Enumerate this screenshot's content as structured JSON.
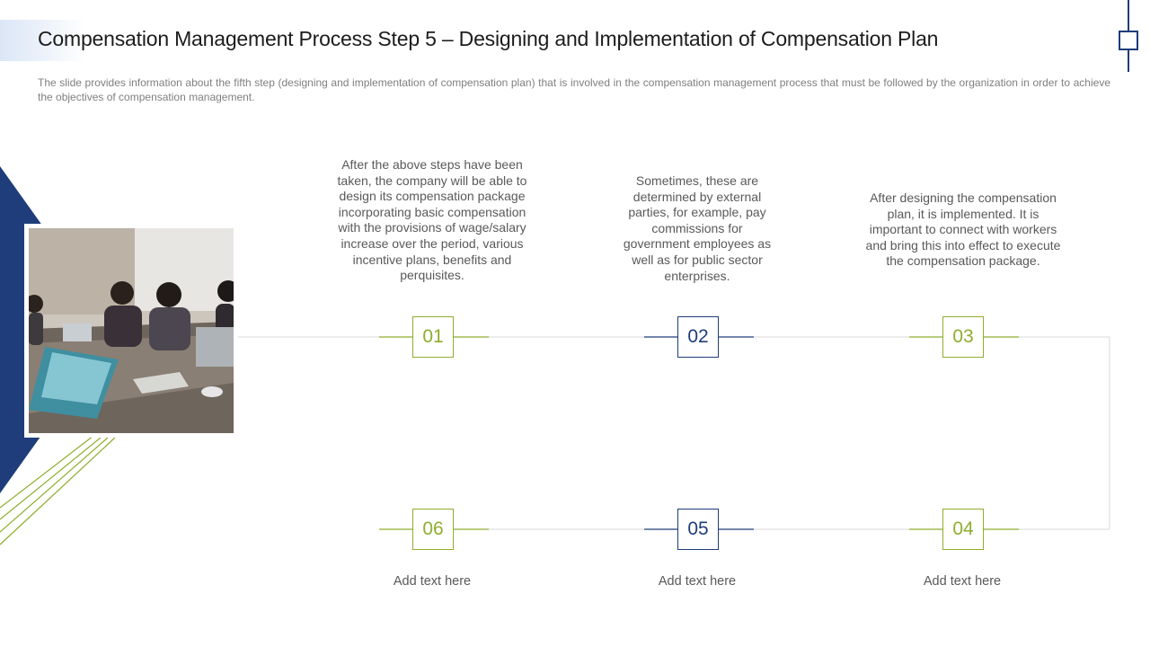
{
  "slide": {
    "title": "Compensation Management Process Step 5 – Designing and Implementation of Compensation Plan",
    "subtitle": "The slide provides information about the fifth step (designing and implementation of compensation plan) that is involved in the compensation management process that must be followed by the organization in order to achieve the objectives of compensation management."
  },
  "theme": {
    "green": "#8fad2e",
    "navy": "#1e3d7a",
    "connector": "#d9d9d9"
  },
  "steps": [
    {
      "number": "01",
      "color": "green",
      "text": "After the above steps have been taken, the company will be able to design its compensation package incorporating basic compensation with the provisions of wage/salary increase over the period, various incentive plans, benefits and perquisites."
    },
    {
      "number": "02",
      "color": "blue",
      "text": "Sometimes, these are determined by external parties, for example, pay commissions for government employees as well as for public sector enterprises."
    },
    {
      "number": "03",
      "color": "green",
      "text": "After designing the compensation plan, it is implemented. It is important to connect with workers and bring this into effect to execute the compensation package."
    },
    {
      "number": "04",
      "color": "green",
      "text": "Add text here"
    },
    {
      "number": "05",
      "color": "blue",
      "text": "Add text here"
    },
    {
      "number": "06",
      "color": "green",
      "text": "Add text here"
    }
  ]
}
